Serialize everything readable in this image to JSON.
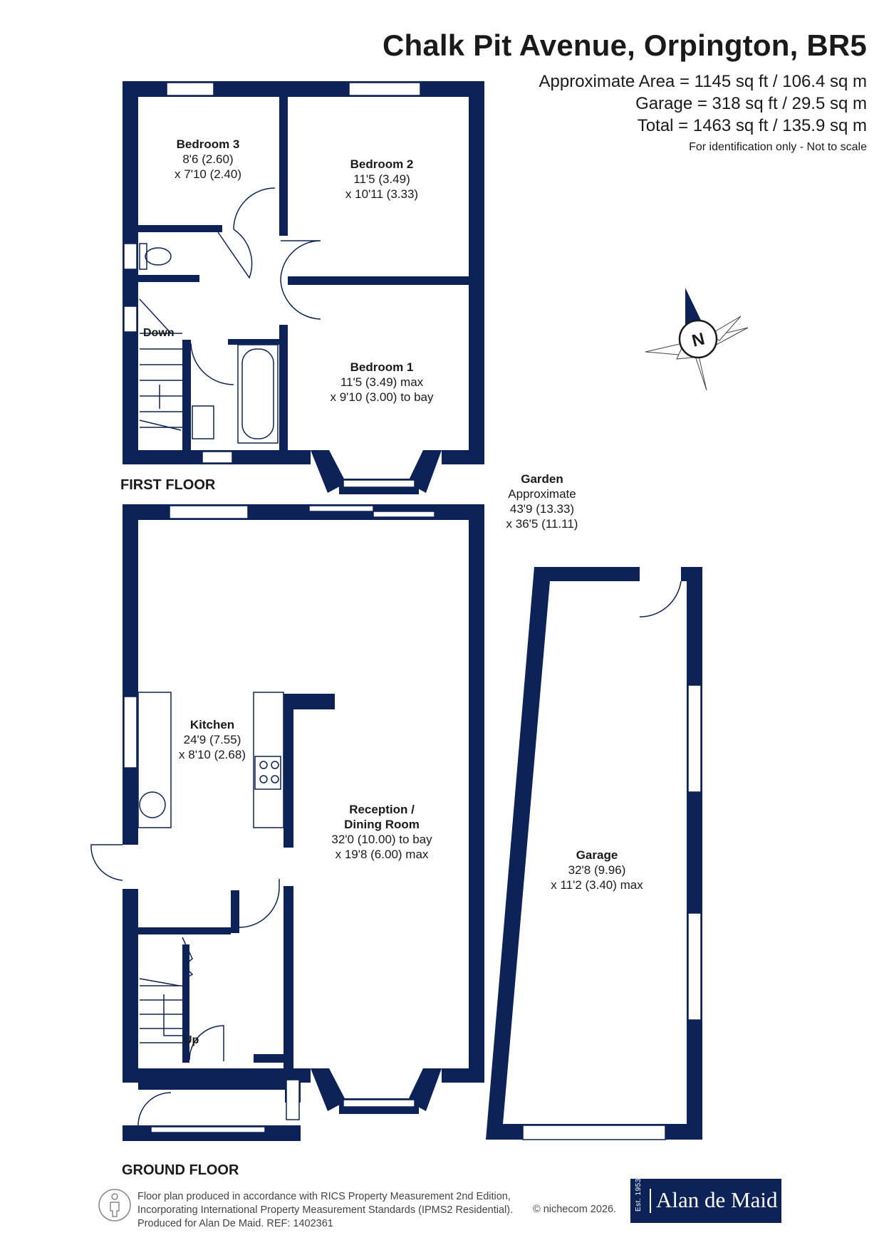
{
  "header": {
    "title": "Chalk Pit Avenue, Orpington, BR5",
    "approximate_area": "Approximate Area = 1145 sq ft / 106.4 sq m",
    "garage_area": "Garage = 318 sq ft / 29.5 sq m",
    "total_area": "Total = 1463 sq ft / 135.9 sq m",
    "note": "For identification only - Not to scale"
  },
  "compass": {
    "label": "N"
  },
  "first_floor": {
    "label": "FIRST FLOOR",
    "down_label": "Down",
    "rooms": [
      {
        "name": "Bedroom 3",
        "dim1": "8'6 (2.60)",
        "dim2": "x 7'10 (2.40)"
      },
      {
        "name": "Bedroom 2",
        "dim1": "11'5 (3.49)",
        "dim2": "x 10'11 (3.33)"
      },
      {
        "name": "Bedroom 1",
        "dim1": "11'5 (3.49) max",
        "dim2": "x 9'10 (3.00) to bay"
      }
    ]
  },
  "garden": {
    "name": "Garden",
    "line1": "Approximate",
    "line2": "43'9 (13.33)",
    "line3": "x 36'5 (11.11)"
  },
  "ground_floor": {
    "label": "GROUND FLOOR",
    "up_label": "Up",
    "rooms": [
      {
        "name": "Kitchen",
        "dim1": "24'9 (7.55)",
        "dim2": "x 8'10 (2.68)"
      },
      {
        "name": "Reception /",
        "name2": "Dining Room",
        "dim1": "32'0 (10.00) to bay",
        "dim2": "x 19'8 (6.00) max"
      },
      {
        "name": "Garage",
        "dim1": "32'8 (9.96)",
        "dim2": "x 11'2 (3.40) max"
      }
    ]
  },
  "footer": {
    "line1": "Floor plan produced in accordance with RICS Property Measurement 2nd Edition,",
    "line2": "Incorporating International Property Measurement Standards (IPMS2 Residential).",
    "line3": "Produced for Alan De Maid.   REF: 1402361",
    "copyright": "© nichecom 2026.",
    "brand_est": "Est. 1953",
    "brand_name": "Alan de Maid"
  },
  "colors": {
    "wall": "#0d2257",
    "text": "#1a1a1a",
    "brand_bg": "#0d2257"
  }
}
